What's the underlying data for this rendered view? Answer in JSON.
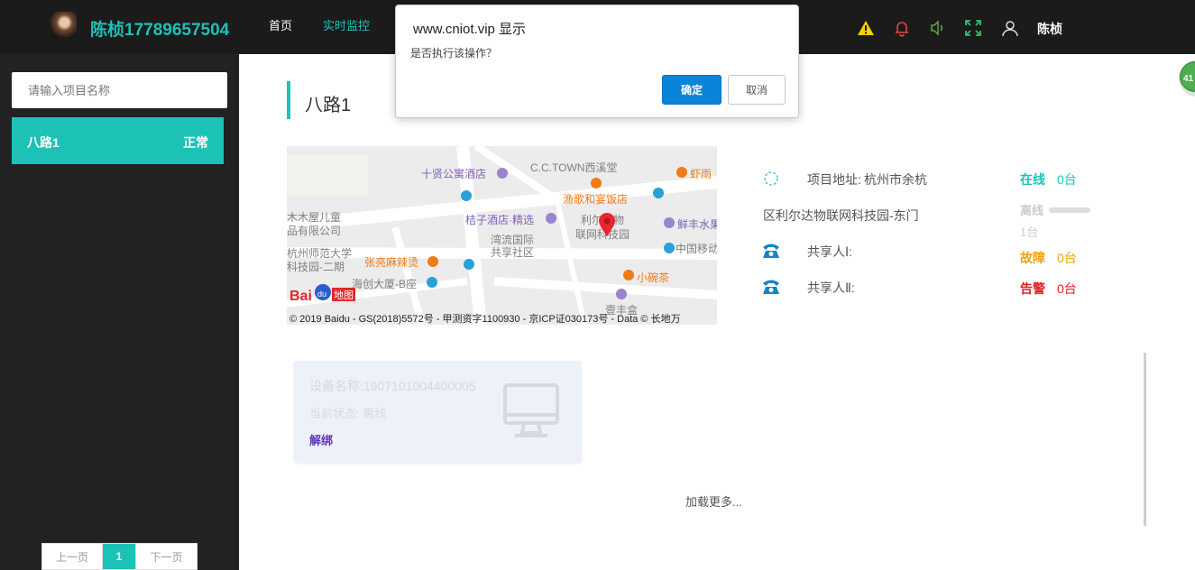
{
  "header": {
    "brand": "陈桢17789657504",
    "nav": [
      {
        "label": "首页",
        "active": false
      },
      {
        "label": "实时监控",
        "active": true
      }
    ],
    "user_name": "陈桢",
    "accent_color": "#1cc2b6"
  },
  "sidebar": {
    "search_placeholder": "请输入项目名称",
    "projects": [
      {
        "name": "八路1",
        "status": "正常"
      }
    ],
    "pager": {
      "prev": "上一页",
      "current": "1",
      "next": "下一页"
    }
  },
  "main": {
    "title": "八路1",
    "map": {
      "labels": [
        "十贤公寓酒店",
        "C.C.TOWN西溪堂",
        "虾雨",
        "渔歌和宴饭店",
        "木木屋儿童",
        "品有限公司",
        "桔子酒店·精选",
        "利尔达物",
        "联网科技园",
        "鲜丰水果",
        "湾流国际",
        "共享社区",
        "中国移动",
        "杭州师范大学",
        "科技园-二期",
        "张亮麻辣烫",
        "小碗茶",
        "海创大厦-B座",
        "壹丰盒"
      ],
      "copyright": "© 2019 Baidu - GS(2018)5572号 - 甲测资字1100930 - 京ICP证030173号 - Data © 长地万"
    },
    "info": {
      "address_label": "项目地址:",
      "address_value": "杭州市余杭",
      "address_line2": "区利尔达物联网科技园-东门",
      "sharer1": "共享人Ⅰ:",
      "sharer2": "共享人Ⅱ:"
    },
    "stats": [
      {
        "label": "在线",
        "value": "0台",
        "color": "#1cc2b6"
      },
      {
        "label": "离线",
        "value": "1台",
        "color": "#cccccc"
      },
      {
        "label": "故障",
        "value": "0台",
        "color": "#f0a30a"
      },
      {
        "label": "告警",
        "value": "0台",
        "color": "#e02020"
      }
    ],
    "device": {
      "name_line": "设备名称:1907101004400005",
      "status_line": "当前状态: 离线",
      "unbind": "解绑"
    },
    "load_more": "加载更多..."
  },
  "badge": "41",
  "dialog": {
    "title": "www.cniot.vip 显示",
    "message": "是否执行该操作？",
    "ok": "确定",
    "cancel": "取消"
  }
}
